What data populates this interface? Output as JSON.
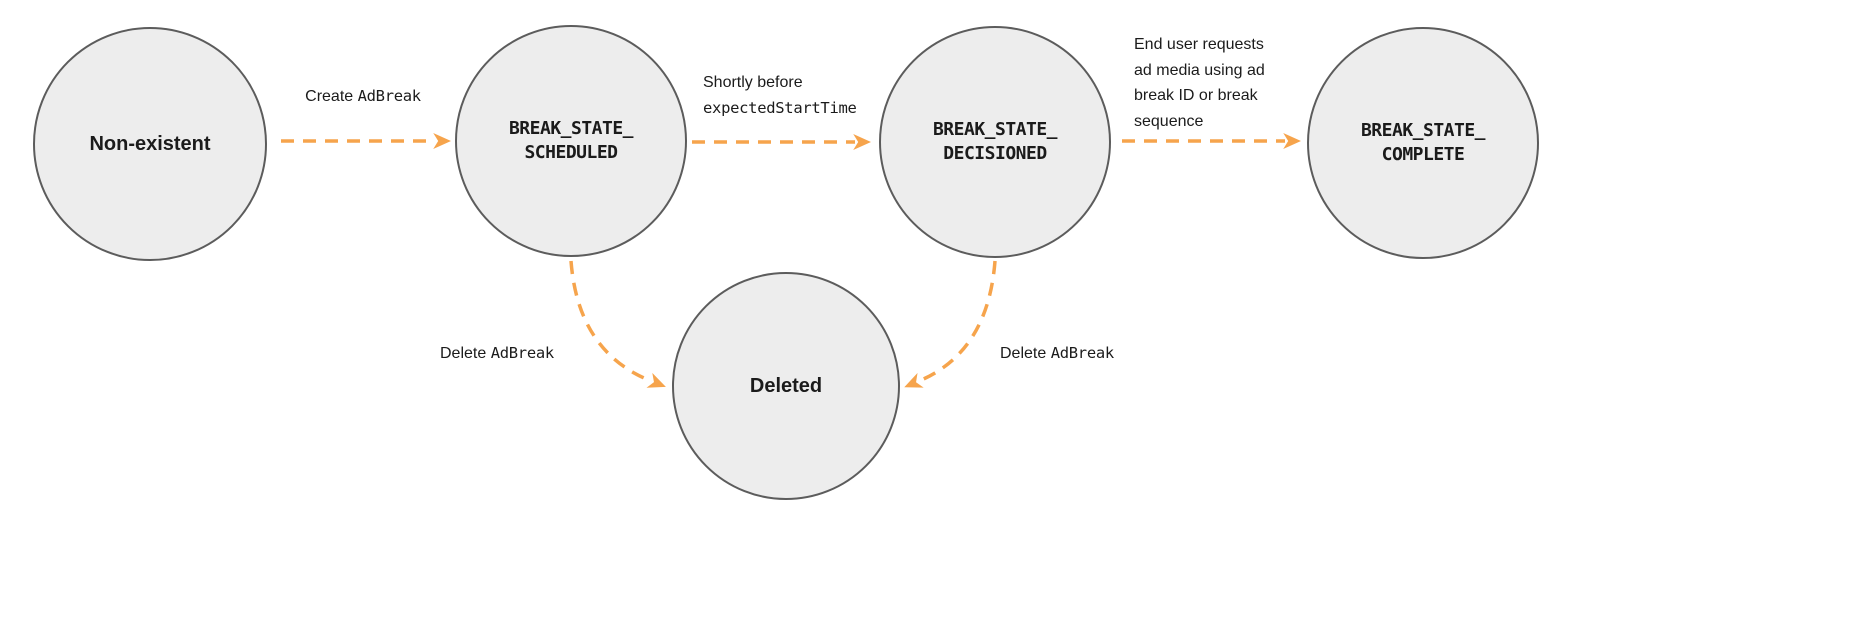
{
  "diagram": {
    "kind": "state-diagram",
    "colors": {
      "arrow": "#F6A44C",
      "node_fill": "#ededed",
      "node_border": "#5c5c5c",
      "text": "#1b1b1b"
    },
    "nodes": [
      {
        "id": "non-existent",
        "label": "Non-existent",
        "style": "plain"
      },
      {
        "id": "break-state-scheduled",
        "label": "BREAK_STATE_\nSCHEDULED",
        "style": "code"
      },
      {
        "id": "break-state-decisioned",
        "label": "BREAK_STATE_\nDECISIONED",
        "style": "code"
      },
      {
        "id": "break-state-complete",
        "label": "BREAK_STATE_\nCOMPLETE",
        "style": "code"
      },
      {
        "id": "deleted",
        "label": "Deleted",
        "style": "plain"
      }
    ],
    "edges": [
      {
        "from": "non-existent",
        "to": "break-state-scheduled",
        "label_plain": "Create ",
        "label_code": "AdBreak"
      },
      {
        "from": "break-state-scheduled",
        "to": "break-state-decisioned",
        "label_plain": "Shortly before",
        "label_code": "expectedStartTime"
      },
      {
        "from": "break-state-decisioned",
        "to": "break-state-complete",
        "label_plain": "End user requests ad media using ad break ID or break sequence"
      },
      {
        "from": "break-state-scheduled",
        "to": "deleted",
        "label_plain": "Delete ",
        "label_code": "AdBreak"
      },
      {
        "from": "break-state-decisioned",
        "to": "deleted",
        "label_plain": "Delete ",
        "label_code": "AdBreak"
      }
    ]
  }
}
